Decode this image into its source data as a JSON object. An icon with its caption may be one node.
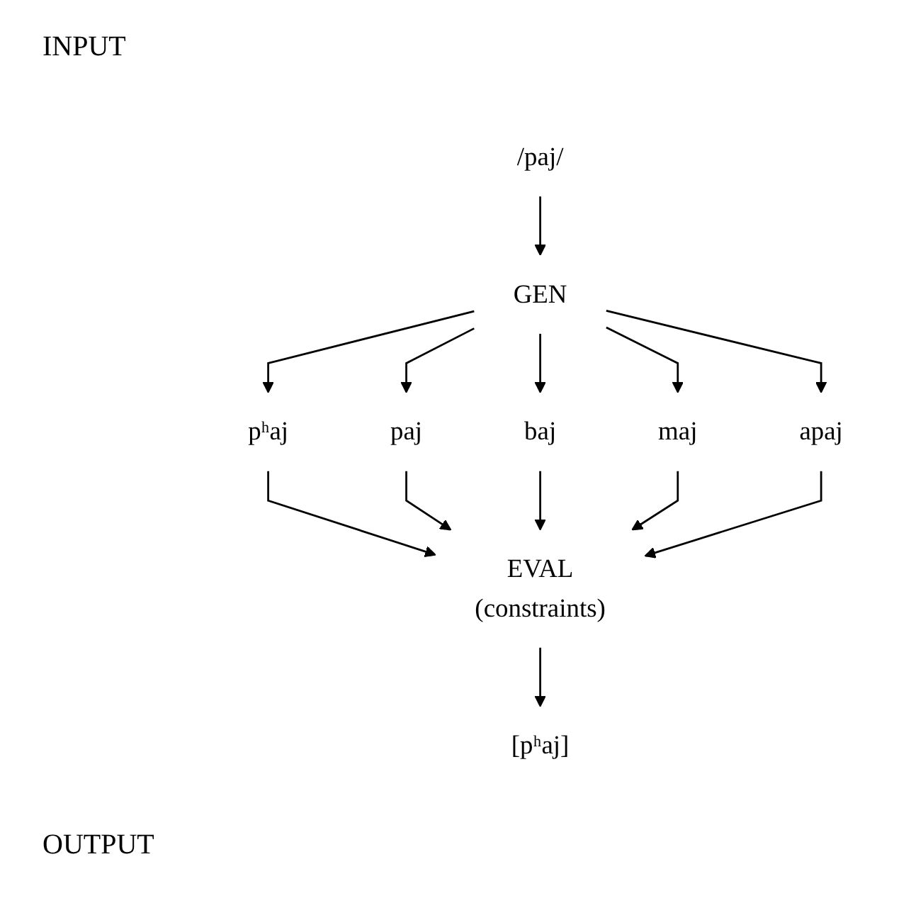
{
  "diagram": {
    "nodes": [
      {
        "text": [
          "/paj/"
        ]
      },
      {
        "text": [
          "GEN"
        ]
      },
      {
        "text": [
          "pʰaj"
        ]
      },
      {
        "text": [
          "paj"
        ]
      },
      {
        "text": [
          "baj"
        ]
      },
      {
        "text": [
          "maj"
        ]
      },
      {
        "text": [
          "apaj"
        ]
      },
      {
        "text": [
          "EVAL",
          "(constraints)"
        ]
      },
      {
        "text": [
          "[pʰaj]"
        ]
      }
    ],
    "edges": [
      {
        "from": 0,
        "to": 1,
        "arrow": "to"
      },
      {
        "from": 1,
        "to": 2,
        "arrow": "to"
      },
      {
        "from": 1,
        "to": 3,
        "arrow": "to"
      },
      {
        "from": 1,
        "to": 4,
        "arrow": "to"
      },
      {
        "from": 1,
        "to": 5,
        "arrow": "to"
      },
      {
        "from": 1,
        "to": 6,
        "arrow": "to"
      },
      {
        "from": 2,
        "to": 7,
        "arrow": "to"
      },
      {
        "from": 3,
        "to": 7,
        "arrow": "to"
      },
      {
        "from": 4,
        "to": 7,
        "arrow": "to"
      },
      {
        "from": 5,
        "to": 7,
        "arrow": "to"
      },
      {
        "from": 6,
        "to": 7,
        "arrow": "to"
      },
      {
        "from": 7,
        "to": 8,
        "arrow": "to"
      }
    ],
    "labels": [
      "INPUT",
      "OUTPUT"
    ]
  }
}
